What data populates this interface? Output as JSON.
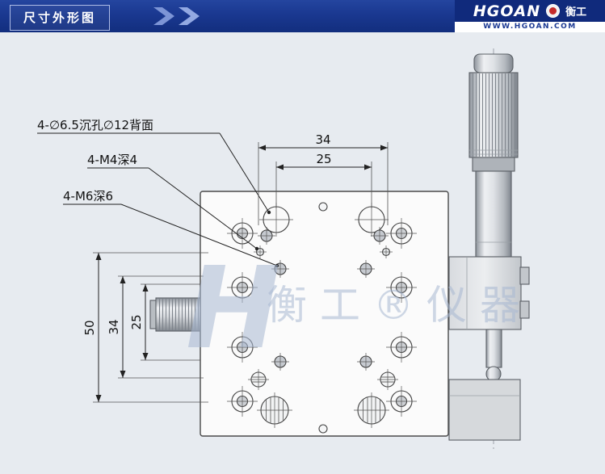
{
  "header": {
    "title": "尺寸外形图",
    "brand": {
      "name": "HGOAN",
      "cn": "衡工",
      "website": "WWW.HGOAN.COM"
    },
    "colors": {
      "header_blue": "#1a3890",
      "chevron_blue": "#7d95d6",
      "logo_red": "#c42b2b"
    }
  },
  "drawing": {
    "annotations": {
      "counterbore_label": "4-∅6.5沉孔∅12背面",
      "m4_label": "4-M4深4",
      "m6_label": "4-M6深6"
    },
    "dimensions": {
      "top_width_outer": "34",
      "top_width_inner": "25",
      "left_height_outer": "50",
      "left_height_mid": "34",
      "left_height_inner": "25"
    },
    "watermark_monogram": "H",
    "watermark": "衡工®仪器"
  }
}
